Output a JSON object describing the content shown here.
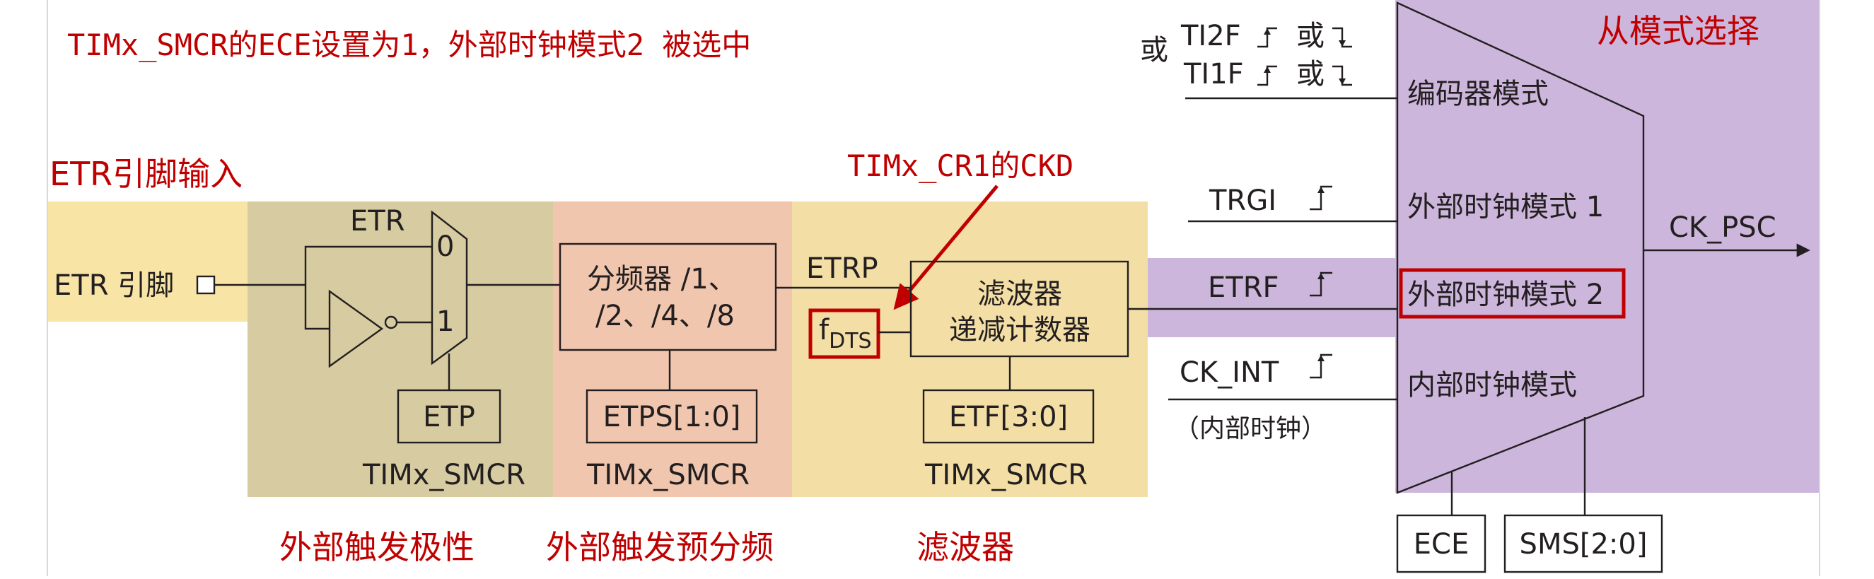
{
  "header": {
    "title": "TIMx_SMCR的ECE设置为1，外部时钟模式2 被选中"
  },
  "labels": {
    "etr_pin_input": "ETR引脚输入",
    "etr_pin": "ETR 引脚",
    "etr": "ETR",
    "mux_in0": "0",
    "mux_in1": "1",
    "etp": "ETP",
    "smcr_1": "TIMx_SMCR",
    "prescaler_line1": "分频器 /1、",
    "prescaler_line2": "/2、/4、/8",
    "etps": "ETPS[1:0]",
    "smcr_2": "TIMx_SMCR",
    "etrp": "ETRP",
    "cr1_ckd": "TIMx_CR1的CKD",
    "fdts_f": "f",
    "fdts_sub": "DTS",
    "filter_line1": "滤波器",
    "filter_line2": "递减计数器",
    "etf": "ETF[3:0]",
    "smcr_3": "TIMx_SMCR",
    "caption_polarity": "外部触发极性",
    "caption_prescaler": "外部触发预分频",
    "caption_filter": "滤波器",
    "or_left": "或",
    "ti2f": "TI2F",
    "ti1f": "TI1F",
    "or_ti2f": "或",
    "or_ti1f": "或",
    "trgi": "TRGI",
    "etrf": "ETRF",
    "ck_int": "CK_INT",
    "internal_clock_note": "（内部时钟）",
    "slave_mode_select": "从模式选择",
    "encoder_mode": "编码器模式",
    "ext_clock_mode1": "外部时钟模式 1",
    "ext_clock_mode2": "外部时钟模式 2",
    "internal_clock_mode": "内部时钟模式",
    "ck_psc": "CK_PSC",
    "ece": "ECE",
    "sms": "SMS[2:0]"
  },
  "colors": {
    "highlight_red": "#c00000",
    "etr_input_zone": "#f8e5a6",
    "polarity_zone": "#d6cba1",
    "prescaler_zone": "#f0c6ae",
    "filter_zone": "#f3dfa6",
    "slave_mode_zone": "#cdb6dc",
    "line": "#231f20"
  }
}
